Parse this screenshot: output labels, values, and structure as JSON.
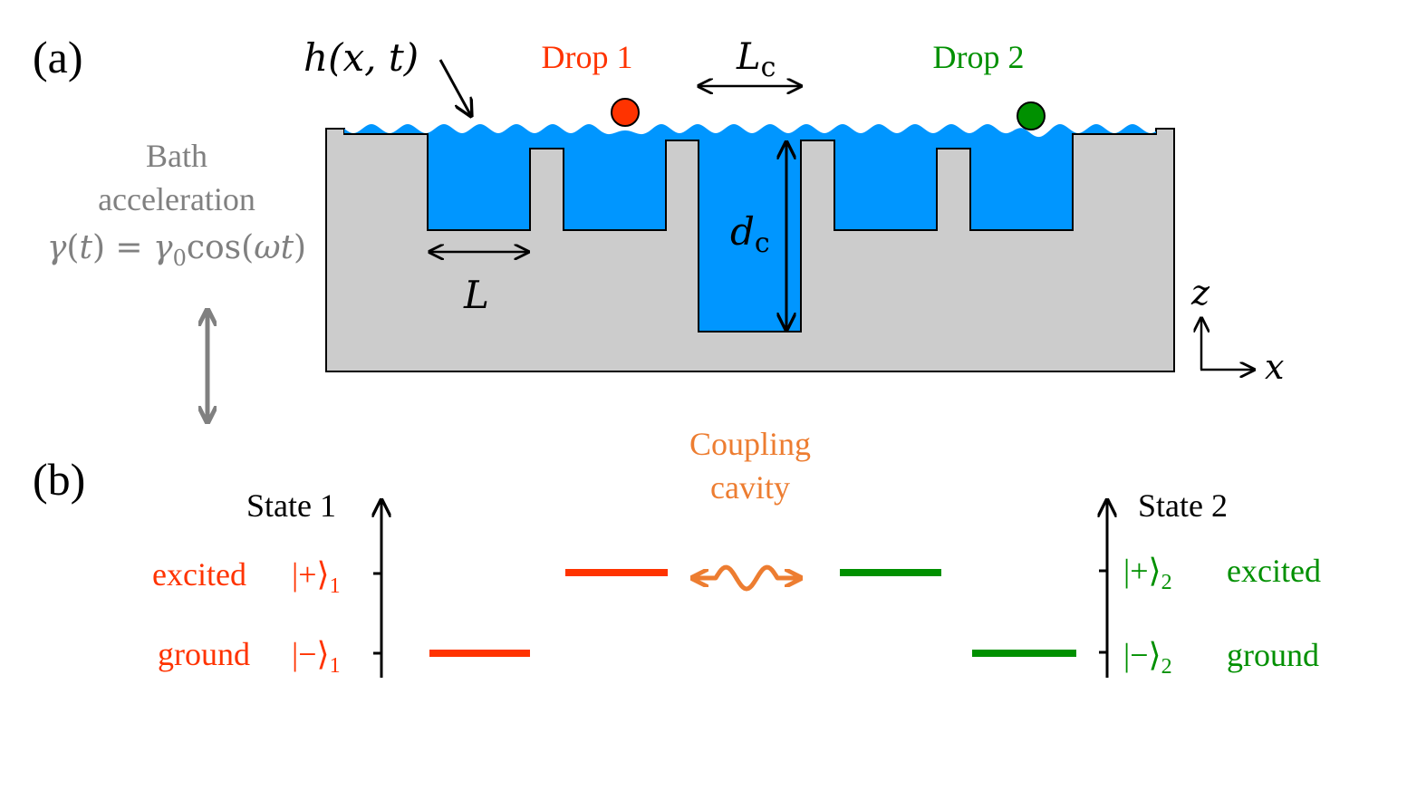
{
  "panel_labels": {
    "a": "(a)",
    "b": "(b)"
  },
  "height_field": {
    "h": "h",
    "args": "(x, t)"
  },
  "drops": [
    {
      "label": "Drop 1",
      "color": "#ff3300"
    },
    {
      "label": "Drop 2",
      "color": "#009000"
    }
  ],
  "coupling_length": {
    "symbol": "L",
    "sub": "c"
  },
  "well_length": {
    "symbol": "L"
  },
  "cavity_depth": {
    "symbol": "d",
    "sub": "c"
  },
  "axes": {
    "z": "z",
    "x": "x"
  },
  "bath": {
    "line1": "Bath",
    "line2": "acceleration",
    "gamma": "γ",
    "t": "t",
    "eq": " = ",
    "gamma0_sub": "0",
    "cos": "cos",
    "omega": "ω",
    "color": "#808080"
  },
  "coupling_cavity": {
    "line1": "Coupling",
    "line2": "cavity",
    "color": "#ed7d31"
  },
  "state1": {
    "title": "State 1",
    "excited": "excited",
    "ground": "ground",
    "ket_plus": "|+⟩",
    "ket_minus": "|−⟩",
    "sub": "1"
  },
  "state2": {
    "title": "State 2",
    "excited": "excited",
    "ground": "ground",
    "ket_plus": "|+⟩",
    "ket_minus": "|−⟩",
    "sub": "2"
  },
  "colors": {
    "water": "#0096ff",
    "solid": "#cccccc",
    "drop1": "#ff3300",
    "drop2": "#009000",
    "coupling": "#ed7d31",
    "bath": "#808080"
  }
}
